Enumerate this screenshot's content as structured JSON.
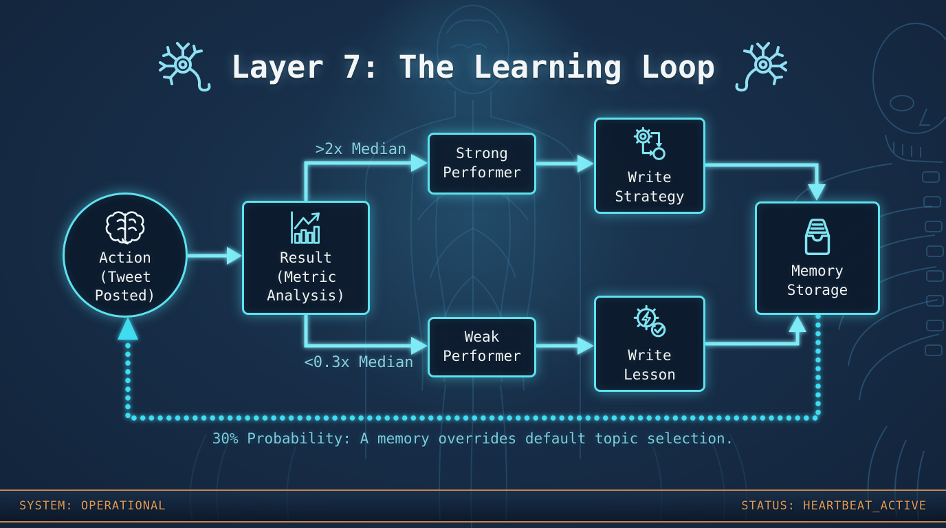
{
  "title": "Layer 7: The Learning Loop",
  "nodes": {
    "action": {
      "label": "Action\n(Tweet\nPosted)",
      "icon": "brain-icon"
    },
    "result": {
      "label": "Result\n(Metric\nAnalysis)",
      "icon": "bar-chart-trend-icon"
    },
    "strong": {
      "label": "Strong\nPerformer"
    },
    "weak": {
      "label": "Weak\nPerformer"
    },
    "write_strategy": {
      "label": "Write\nStrategy",
      "icon": "gear-workflow-icon"
    },
    "write_lesson": {
      "label": "Write\nLesson",
      "icon": "gear-check-icon"
    },
    "memory": {
      "label": "Memory\nStorage",
      "icon": "inbox-archive-icon"
    }
  },
  "edges": {
    "strong_label": ">2x Median",
    "weak_label": "<0.3x Median"
  },
  "caption": "30% Probability: A memory overrides default topic selection.",
  "status_bar": {
    "left": "SYSTEM: OPERATIONAL",
    "right": "STATUS: HEARTBEAT_ACTIVE"
  },
  "decorations": {
    "title_left_icon": "neuron-icon",
    "title_right_icon": "neuron-icon",
    "background": "anatomical-figure-and-skeleton-line-art"
  },
  "colors": {
    "background": "#172D47",
    "node_border": "#5EE2EF",
    "node_fill": "#0D1A2C",
    "connector": "#7FEBF6",
    "dotted_loop": "#3FDCF1",
    "edge_label": "#8CCFE0",
    "caption": "#7CCCDF",
    "title_text": "#F3F6F8",
    "status_text": "#E09B55",
    "status_line": "#C9874D"
  }
}
